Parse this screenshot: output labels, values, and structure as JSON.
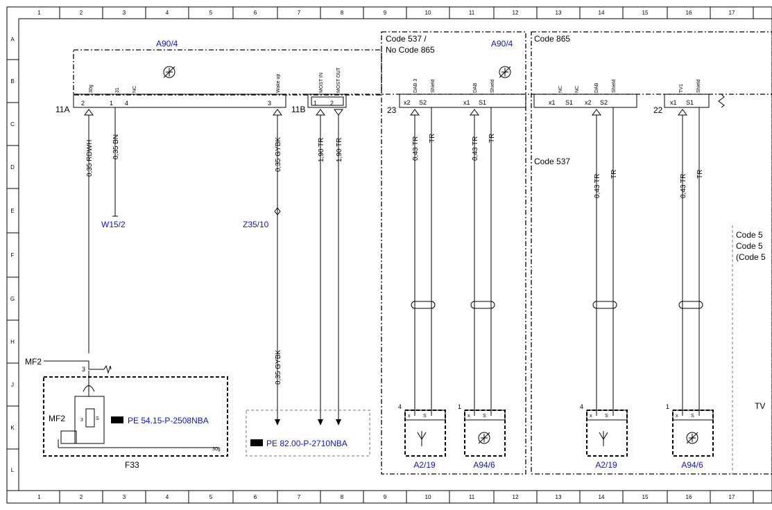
{
  "grid": {
    "columns": [
      "1",
      "2",
      "3",
      "4",
      "5",
      "6",
      "7",
      "8",
      "9",
      "10",
      "11",
      "12",
      "13",
      "14",
      "15",
      "16",
      "17"
    ],
    "rows": [
      "A",
      "B",
      "C",
      "D",
      "E",
      "F",
      "G",
      "H",
      "J",
      "K",
      "L"
    ]
  },
  "blocks": {
    "a90_left": "A90/4",
    "a90_right": "A90/4",
    "code537_title1": "Code 537 /",
    "code537_title2": "No Code 865",
    "code865_title": "Code 865",
    "code537_inner": "Code 537",
    "code_partial_1": "Code 5",
    "code_partial_2": "Code 5",
    "code_partial_3": "(Code 5",
    "tv_partial": "TV"
  },
  "connectors": {
    "c11A": "11A",
    "c11B": "11B",
    "c23": "23",
    "c22": "22"
  },
  "pins": {
    "p30g": "30g",
    "p31": "31",
    "pNC": "NC",
    "pWake": "Wake up",
    "pMostIn": "MOST IN",
    "pMostOut": "MOST OUT",
    "pDAB3": "DAB 3",
    "pShield": "Shield",
    "pDAB": "DAB",
    "pTV1": "TV1",
    "n2": "2",
    "n1": "1",
    "n4": "4",
    "n3": "3",
    "x1": "x1",
    "x2": "x2",
    "s1": "S1",
    "s2": "S2",
    "x": "x",
    "s": "S"
  },
  "wires": {
    "w_035_rdwh": "0,35 RDWH",
    "w_035_bn": "0,35 BN",
    "w_035_gybk": "0,35 GYBK",
    "w_190_tr": "1,90 TR",
    "w_043_tr": "0,43 TR",
    "w_tr": "TR"
  },
  "components": {
    "w15_2": "W15/2",
    "z35_10": "Z35/10",
    "mf2": "MF2",
    "f33": "F33",
    "f33_pin": "30g",
    "a2_19": "A2/19",
    "a94_6": "A94/6"
  },
  "references": {
    "pe_5415": "PE 54.15-P-2508NBA",
    "pe_8200": "PE 82.00-P-2710NBA"
  }
}
